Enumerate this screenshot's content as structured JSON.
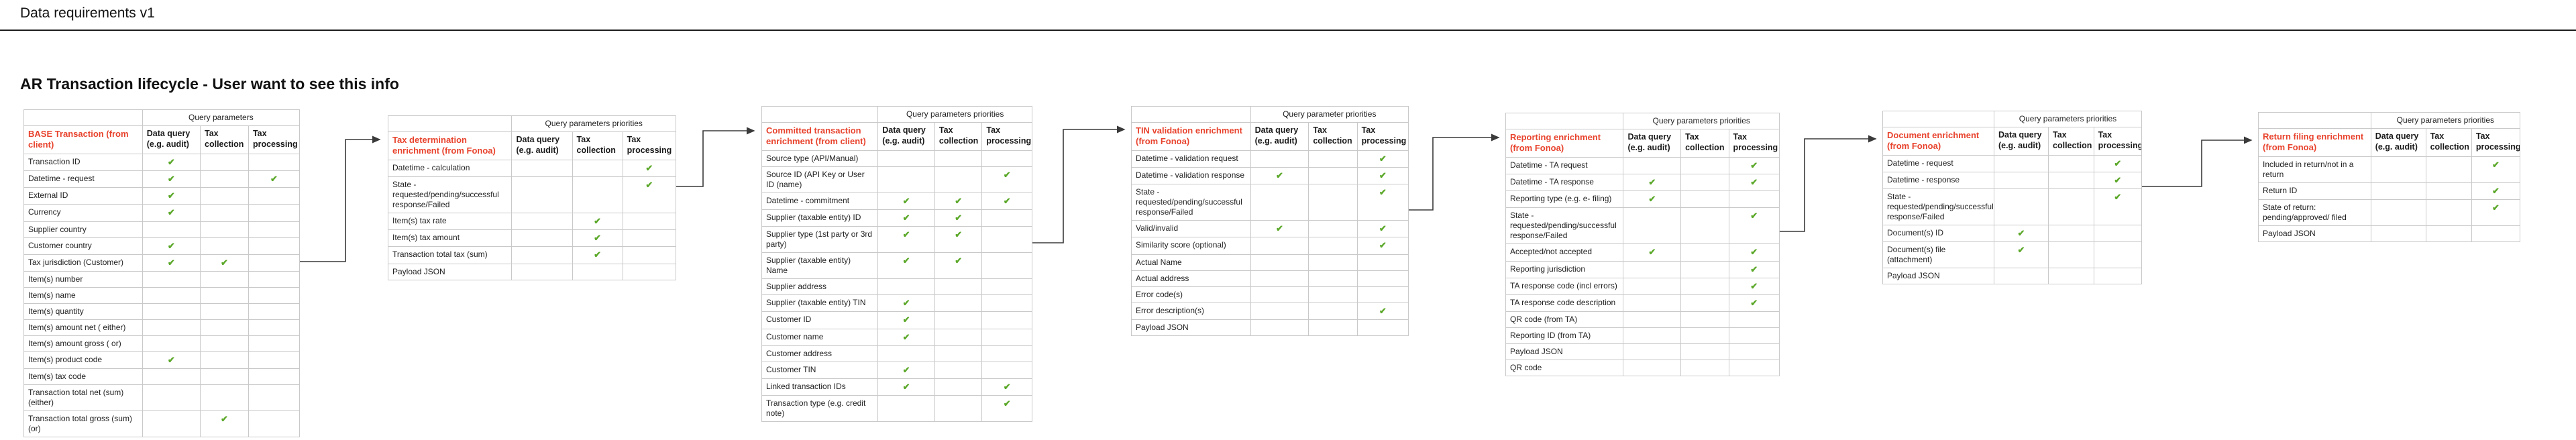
{
  "page": {
    "title": "Data requirements v1",
    "section_heading": "AR Transaction lifecycle - User want to see this info"
  },
  "colors": {
    "accent_red": "#e8432d",
    "check_green": "#5ba829",
    "grid_line": "#c9c9c9",
    "connector": "#3a3a3a"
  },
  "check_icon": "✔",
  "tables": [
    {
      "id": "base-transaction",
      "title": "BASE Transaction (from client)",
      "group_header": "Query parameters",
      "columns": [
        "Data query (e.g. audit)",
        "Tax collection",
        "Tax processing"
      ],
      "rows": [
        {
          "label": "Transaction ID",
          "checks": [
            1,
            0,
            0
          ]
        },
        {
          "label": "Datetime - request",
          "checks": [
            1,
            0,
            1
          ]
        },
        {
          "label": "External ID",
          "checks": [
            1,
            0,
            0
          ]
        },
        {
          "label": "Currency",
          "checks": [
            1,
            0,
            0
          ]
        },
        {
          "label": "Supplier country",
          "checks": [
            0,
            0,
            0
          ]
        },
        {
          "label": "Customer country",
          "checks": [
            1,
            0,
            0
          ]
        },
        {
          "label": "Tax jurisdiction (Customer)",
          "checks": [
            1,
            1,
            0
          ]
        },
        {
          "label": "Item(s) number",
          "checks": [
            0,
            0,
            0
          ]
        },
        {
          "label": "Item(s) name",
          "checks": [
            0,
            0,
            0
          ]
        },
        {
          "label": "Item(s) quantity",
          "checks": [
            0,
            0,
            0
          ]
        },
        {
          "label": "Item(s) amount net ( either)",
          "checks": [
            0,
            0,
            0
          ]
        },
        {
          "label": "Item(s) amount gross ( or)",
          "checks": [
            0,
            0,
            0
          ]
        },
        {
          "label": "Item(s) product code",
          "checks": [
            1,
            0,
            0
          ]
        },
        {
          "label": "Item(s) tax code",
          "checks": [
            0,
            0,
            0
          ]
        },
        {
          "label": "Transaction total net (sum) (either)",
          "checks": [
            0,
            0,
            0
          ]
        },
        {
          "label": "Transaction total gross (sum) (or)",
          "checks": [
            0,
            1,
            0
          ]
        }
      ]
    },
    {
      "id": "tax-determination-enrichment",
      "title": "Tax determination enrichment (from Fonoa)",
      "group_header": "Query parameters priorities",
      "columns": [
        "Data query (e.g. audit)",
        "Tax collection",
        "Tax processing"
      ],
      "rows": [
        {
          "label": "Datetime - calculation",
          "checks": [
            0,
            0,
            1
          ]
        },
        {
          "label": "State - requested/pending/successful response/Failed",
          "checks": [
            0,
            0,
            1
          ]
        },
        {
          "label": "Item(s) tax rate",
          "checks": [
            0,
            1,
            0
          ]
        },
        {
          "label": "Item(s) tax amount",
          "checks": [
            0,
            1,
            0
          ]
        },
        {
          "label": "Transaction total tax (sum)",
          "checks": [
            0,
            1,
            0
          ]
        },
        {
          "label": "Payload JSON",
          "checks": [
            0,
            0,
            0
          ]
        }
      ]
    },
    {
      "id": "committed-transaction-enrichment",
      "title": "Committed transaction enrichment (from client)",
      "group_header": "Query parameters priorities",
      "columns": [
        "Data query (e.g. audit)",
        "Tax collection",
        "Tax processing"
      ],
      "rows": [
        {
          "label": "Source type (API/Manual)",
          "checks": [
            0,
            0,
            0
          ]
        },
        {
          "label": "Source ID (API Key or User ID (name)",
          "checks": [
            0,
            0,
            1
          ]
        },
        {
          "label": "Datetime - commitment",
          "checks": [
            1,
            1,
            1
          ]
        },
        {
          "label": "Supplier (taxable entity) ID",
          "checks": [
            1,
            1,
            0
          ]
        },
        {
          "label": "Supplier type (1st party or 3rd party)",
          "checks": [
            1,
            1,
            0
          ]
        },
        {
          "label": "Supplier (taxable entity) Name",
          "checks": [
            1,
            1,
            0
          ]
        },
        {
          "label": "Supplier address",
          "checks": [
            0,
            0,
            0
          ]
        },
        {
          "label": "Supplier (taxable entity) TIN",
          "checks": [
            1,
            0,
            0
          ]
        },
        {
          "label": "Customer ID",
          "checks": [
            1,
            0,
            0
          ]
        },
        {
          "label": "Customer name",
          "checks": [
            1,
            0,
            0
          ]
        },
        {
          "label": "Customer address",
          "checks": [
            0,
            0,
            0
          ]
        },
        {
          "label": "Customer TIN",
          "checks": [
            1,
            0,
            0
          ]
        },
        {
          "label": "Linked transaction IDs",
          "checks": [
            1,
            0,
            1
          ]
        },
        {
          "label": "Transaction type (e.g. credit note)",
          "checks": [
            0,
            0,
            1
          ]
        }
      ]
    },
    {
      "id": "tin-validation-enrichment",
      "title": "TIN validation enrichment (from Fonoa)",
      "group_header": "Query parameter priorities",
      "columns": [
        "Data query (e.g. audit)",
        "Tax collection",
        "Tax processing"
      ],
      "rows": [
        {
          "label": "Datetime - validation request",
          "checks": [
            0,
            0,
            1
          ]
        },
        {
          "label": "Datetime - validation response",
          "checks": [
            1,
            0,
            1
          ]
        },
        {
          "label": "State - requested/pending/successful response/Failed",
          "checks": [
            0,
            0,
            1
          ]
        },
        {
          "label": "Valid/invalid",
          "checks": [
            1,
            0,
            1
          ]
        },
        {
          "label": "Similarity score (optional)",
          "checks": [
            0,
            0,
            1
          ]
        },
        {
          "label": "Actual Name",
          "checks": [
            0,
            0,
            0
          ]
        },
        {
          "label": "Actual address",
          "checks": [
            0,
            0,
            0
          ]
        },
        {
          "label": "Error code(s)",
          "checks": [
            0,
            0,
            0
          ]
        },
        {
          "label": "Error description(s)",
          "checks": [
            0,
            0,
            1
          ]
        },
        {
          "label": "Payload JSON",
          "checks": [
            0,
            0,
            0
          ]
        }
      ]
    },
    {
      "id": "reporting-enrichment",
      "title": "Reporting enrichment (from Fonoa)",
      "group_header": "Query parameters priorities",
      "columns": [
        "Data query (e.g. audit)",
        "Tax collection",
        "Tax processing"
      ],
      "rows": [
        {
          "label": "Datetime - TA request",
          "checks": [
            0,
            0,
            1
          ]
        },
        {
          "label": "Datetime - TA response",
          "checks": [
            1,
            0,
            1
          ]
        },
        {
          "label": "Reporting type (e.g. e- filing)",
          "checks": [
            1,
            0,
            0
          ]
        },
        {
          "label": "State - requested/pending/successful response/Failed",
          "checks": [
            0,
            0,
            1
          ]
        },
        {
          "label": "Accepted/not accepted",
          "checks": [
            1,
            0,
            1
          ]
        },
        {
          "label": "Reporting jurisdiction",
          "checks": [
            0,
            0,
            1
          ]
        },
        {
          "label": "TA response code (incl errors)",
          "checks": [
            0,
            0,
            1
          ]
        },
        {
          "label": "TA response code description",
          "checks": [
            0,
            0,
            1
          ]
        },
        {
          "label": "QR code (from TA)",
          "checks": [
            0,
            0,
            0
          ]
        },
        {
          "label": "Reporting ID (from TA)",
          "checks": [
            0,
            0,
            0
          ]
        },
        {
          "label": "Payload JSON",
          "checks": [
            0,
            0,
            0
          ]
        },
        {
          "label": "QR code",
          "checks": [
            0,
            0,
            0
          ]
        }
      ]
    },
    {
      "id": "document-enrichment",
      "title": "Document enrichment (from Fonoa)",
      "group_header": "Query parameters priorities",
      "columns": [
        "Data query (e.g. audit)",
        "Tax collection",
        "Tax processing"
      ],
      "rows": [
        {
          "label": "Datetime - request",
          "checks": [
            0,
            0,
            1
          ]
        },
        {
          "label": "Datetime - response",
          "checks": [
            0,
            0,
            1
          ]
        },
        {
          "label": "State - requested/pending/successful response/Failed",
          "checks": [
            0,
            0,
            1
          ]
        },
        {
          "label": "Document(s) ID",
          "checks": [
            1,
            0,
            0
          ]
        },
        {
          "label": "Document(s) file (attachment)",
          "checks": [
            1,
            0,
            0
          ]
        },
        {
          "label": "Payload JSON",
          "checks": [
            0,
            0,
            0
          ]
        }
      ]
    },
    {
      "id": "return-filing-enrichment",
      "title": "Return filing enrichment (from Fonoa)",
      "group_header": "Query parameters priorities",
      "columns": [
        "Data query (e.g. audit)",
        "Tax collection",
        "Tax processing"
      ],
      "rows": [
        {
          "label": "Included in return/not in a return",
          "checks": [
            0,
            0,
            1
          ]
        },
        {
          "label": "Return ID",
          "checks": [
            0,
            0,
            1
          ]
        },
        {
          "label": "State of return: pending/approved/ filed",
          "checks": [
            0,
            0,
            1
          ]
        },
        {
          "label": "Payload JSON",
          "checks": [
            0,
            0,
            0
          ]
        }
      ]
    }
  ]
}
